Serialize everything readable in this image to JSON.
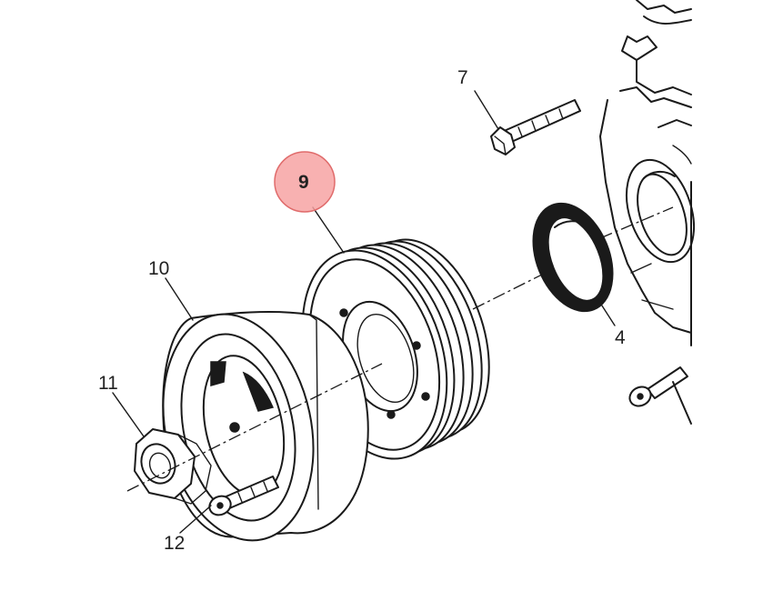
{
  "callouts": [
    {
      "id": "4",
      "label": "4"
    },
    {
      "id": "7",
      "label": "7"
    },
    {
      "id": "9",
      "label": "9",
      "highlighted": true
    },
    {
      "id": "10",
      "label": "10"
    },
    {
      "id": "11",
      "label": "11"
    },
    {
      "id": "12",
      "label": "12"
    }
  ],
  "colors": {
    "highlight_fill": "#f7a3a3",
    "highlight_stroke": "#e06b6b",
    "line": "#1a1a1a",
    "background": "#ffffff"
  }
}
